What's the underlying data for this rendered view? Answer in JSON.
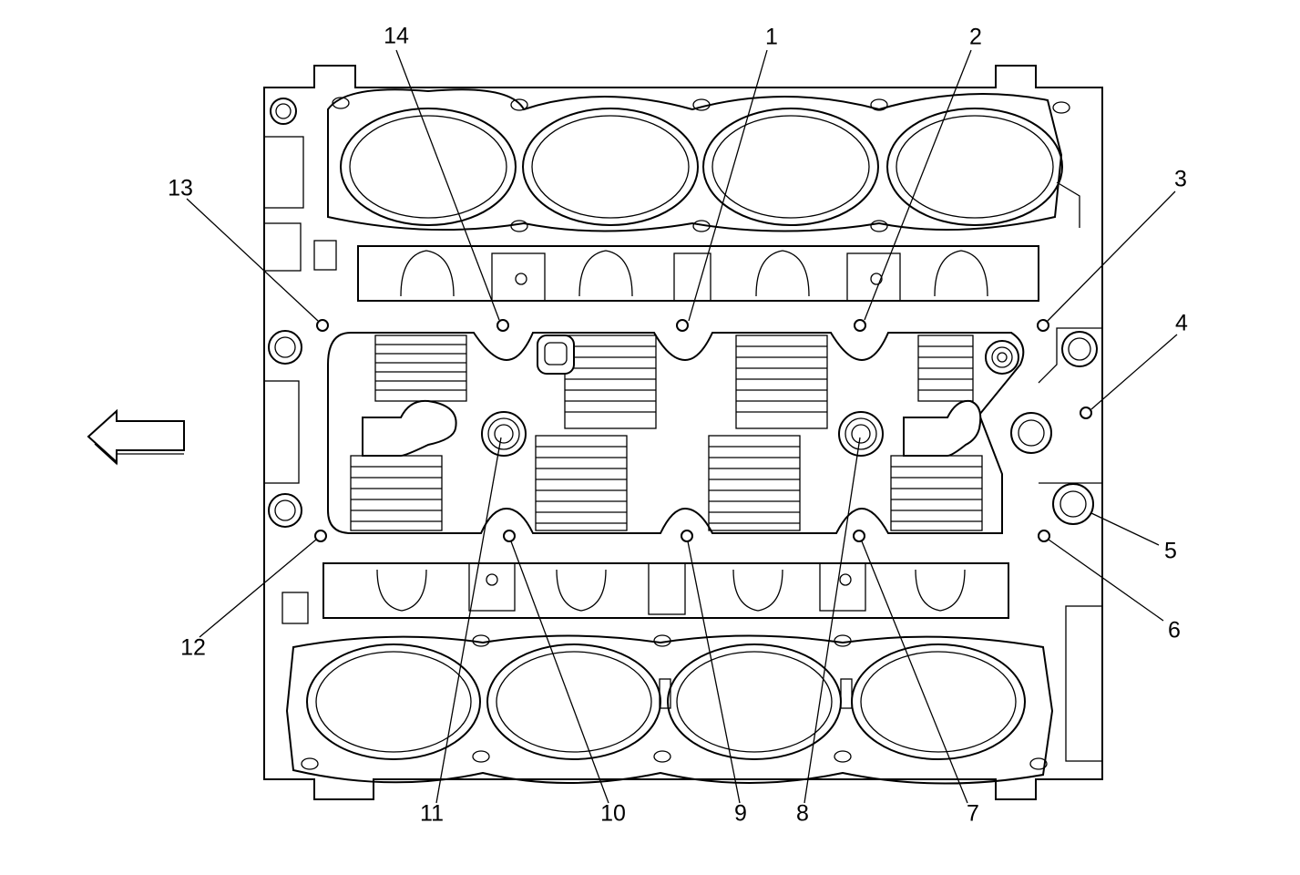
{
  "callouts": [
    {
      "label": "1"
    },
    {
      "label": "2"
    },
    {
      "label": "3"
    },
    {
      "label": "4"
    },
    {
      "label": "5"
    },
    {
      "label": "6"
    },
    {
      "label": "7"
    },
    {
      "label": "8"
    },
    {
      "label": "9"
    },
    {
      "label": "10"
    },
    {
      "label": "11"
    },
    {
      "label": "12"
    },
    {
      "label": "13"
    },
    {
      "label": "14"
    }
  ],
  "icons": {
    "direction_arrow": "left-arrow-icon"
  },
  "colors": {
    "line": "#000000",
    "background": "#ffffff"
  }
}
